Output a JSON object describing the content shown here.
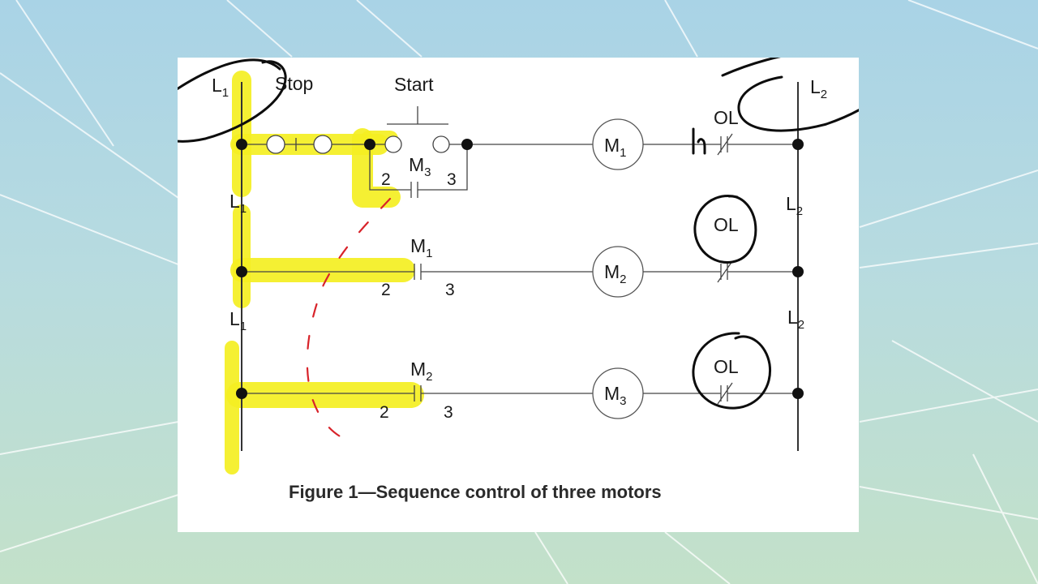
{
  "diagram": {
    "rails": {
      "left": "L",
      "left_sub": "1",
      "right": "L",
      "right_sub": "2"
    },
    "rung1": {
      "stop_label": "Stop",
      "start_label": "Start",
      "contact": "M",
      "contact_sub": "3",
      "wire_left": "2",
      "wire_right": "3",
      "motor": "M",
      "motor_sub": "1",
      "overload": "OL"
    },
    "rung2": {
      "contact": "M",
      "contact_sub": "1",
      "wire_left": "2",
      "wire_right": "3",
      "motor": "M",
      "motor_sub": "2",
      "overload": "OL"
    },
    "rung3": {
      "contact": "M",
      "contact_sub": "2",
      "wire_left": "2",
      "wire_right": "3",
      "motor": "M",
      "motor_sub": "3",
      "overload": "OL"
    },
    "caption": "Figure 1—Sequence control of three motors"
  },
  "colors": {
    "highlighter": "#f4ef22",
    "pen": "#0d0d0d",
    "red_pen": "#d8232a",
    "background": "#b7dbe0"
  }
}
